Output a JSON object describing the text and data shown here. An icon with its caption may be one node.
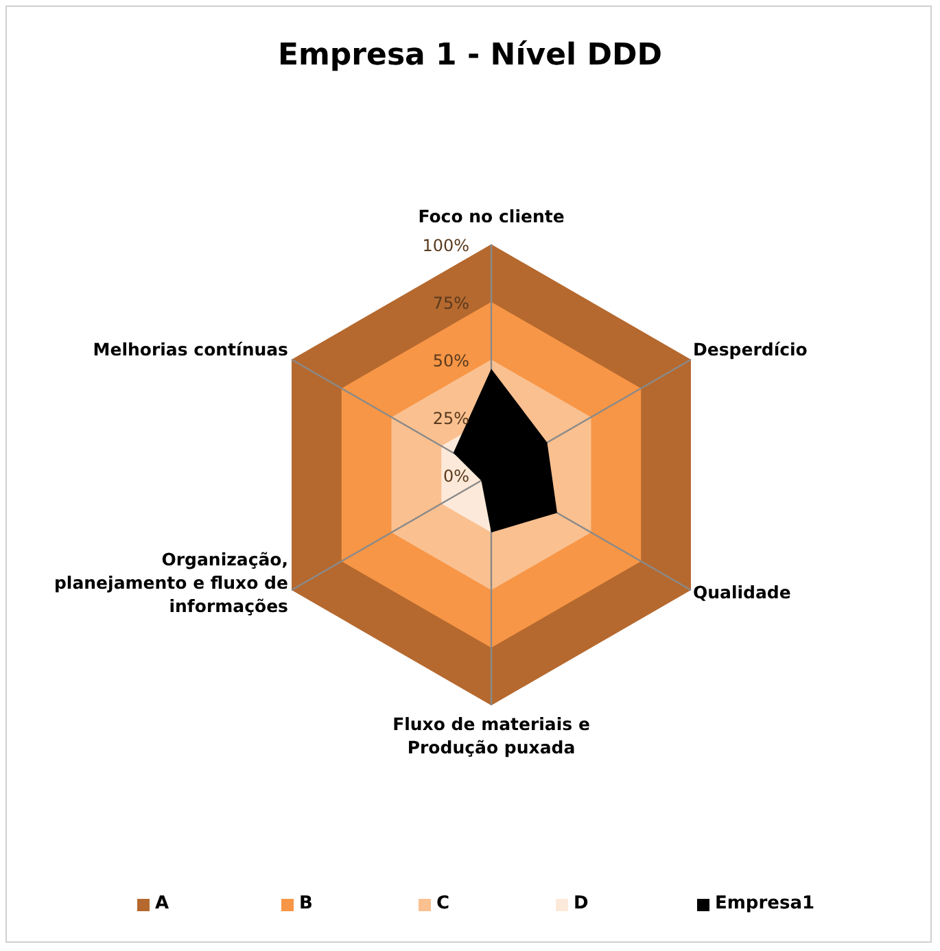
{
  "diagram": {
    "title": "Empresa 1 - Nível DDD",
    "labels": [
      "Foco no cliente",
      "100%",
      "75%",
      "Melhorias contínuas",
      "50%",
      "Desperdício",
      "25%",
      "0%",
      "Organização, planejamento e fluxo de informações",
      "Qualidade",
      "Fluxo de materiais e Produção puxada"
    ],
    "legend": [
      {
        "text": "A",
        "color": "#b5692f"
      },
      {
        "text": "B",
        "color": "#f79646"
      },
      {
        "text": "C",
        "color": "#fac090"
      },
      {
        "text": "D",
        "color": "#fde9d9"
      },
      {
        "text": "Empresa1",
        "color": "#000000"
      }
    ]
  }
}
